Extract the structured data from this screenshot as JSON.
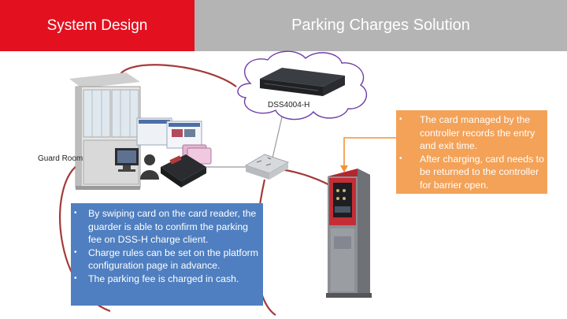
{
  "header": {
    "left_title": "System Design",
    "right_title": "Parking Charges Solution"
  },
  "diagram": {
    "server_label": "DSS4004-H",
    "guard_room_label": "Guard Room"
  },
  "left_notes": [
    "By swiping card on the card reader, the guarder is able to confirm the parking fee on DSS-H charge client.",
    "Charge rules can be set on the platform configuration page in advance.",
    "The parking fee is charged in cash."
  ],
  "right_notes": [
    "The card managed by the controller records the entry and exit time.",
    "After charging, card needs to be returned to the controller for barrier open."
  ],
  "colors": {
    "header_left_bg": "#e3101f",
    "header_right_bg": "#b4b4b4",
    "note_blue": "#4f7fc0",
    "note_orange": "#f3a258",
    "cable": "#a33a3a",
    "cloud_outline": "#6f3fa8"
  }
}
